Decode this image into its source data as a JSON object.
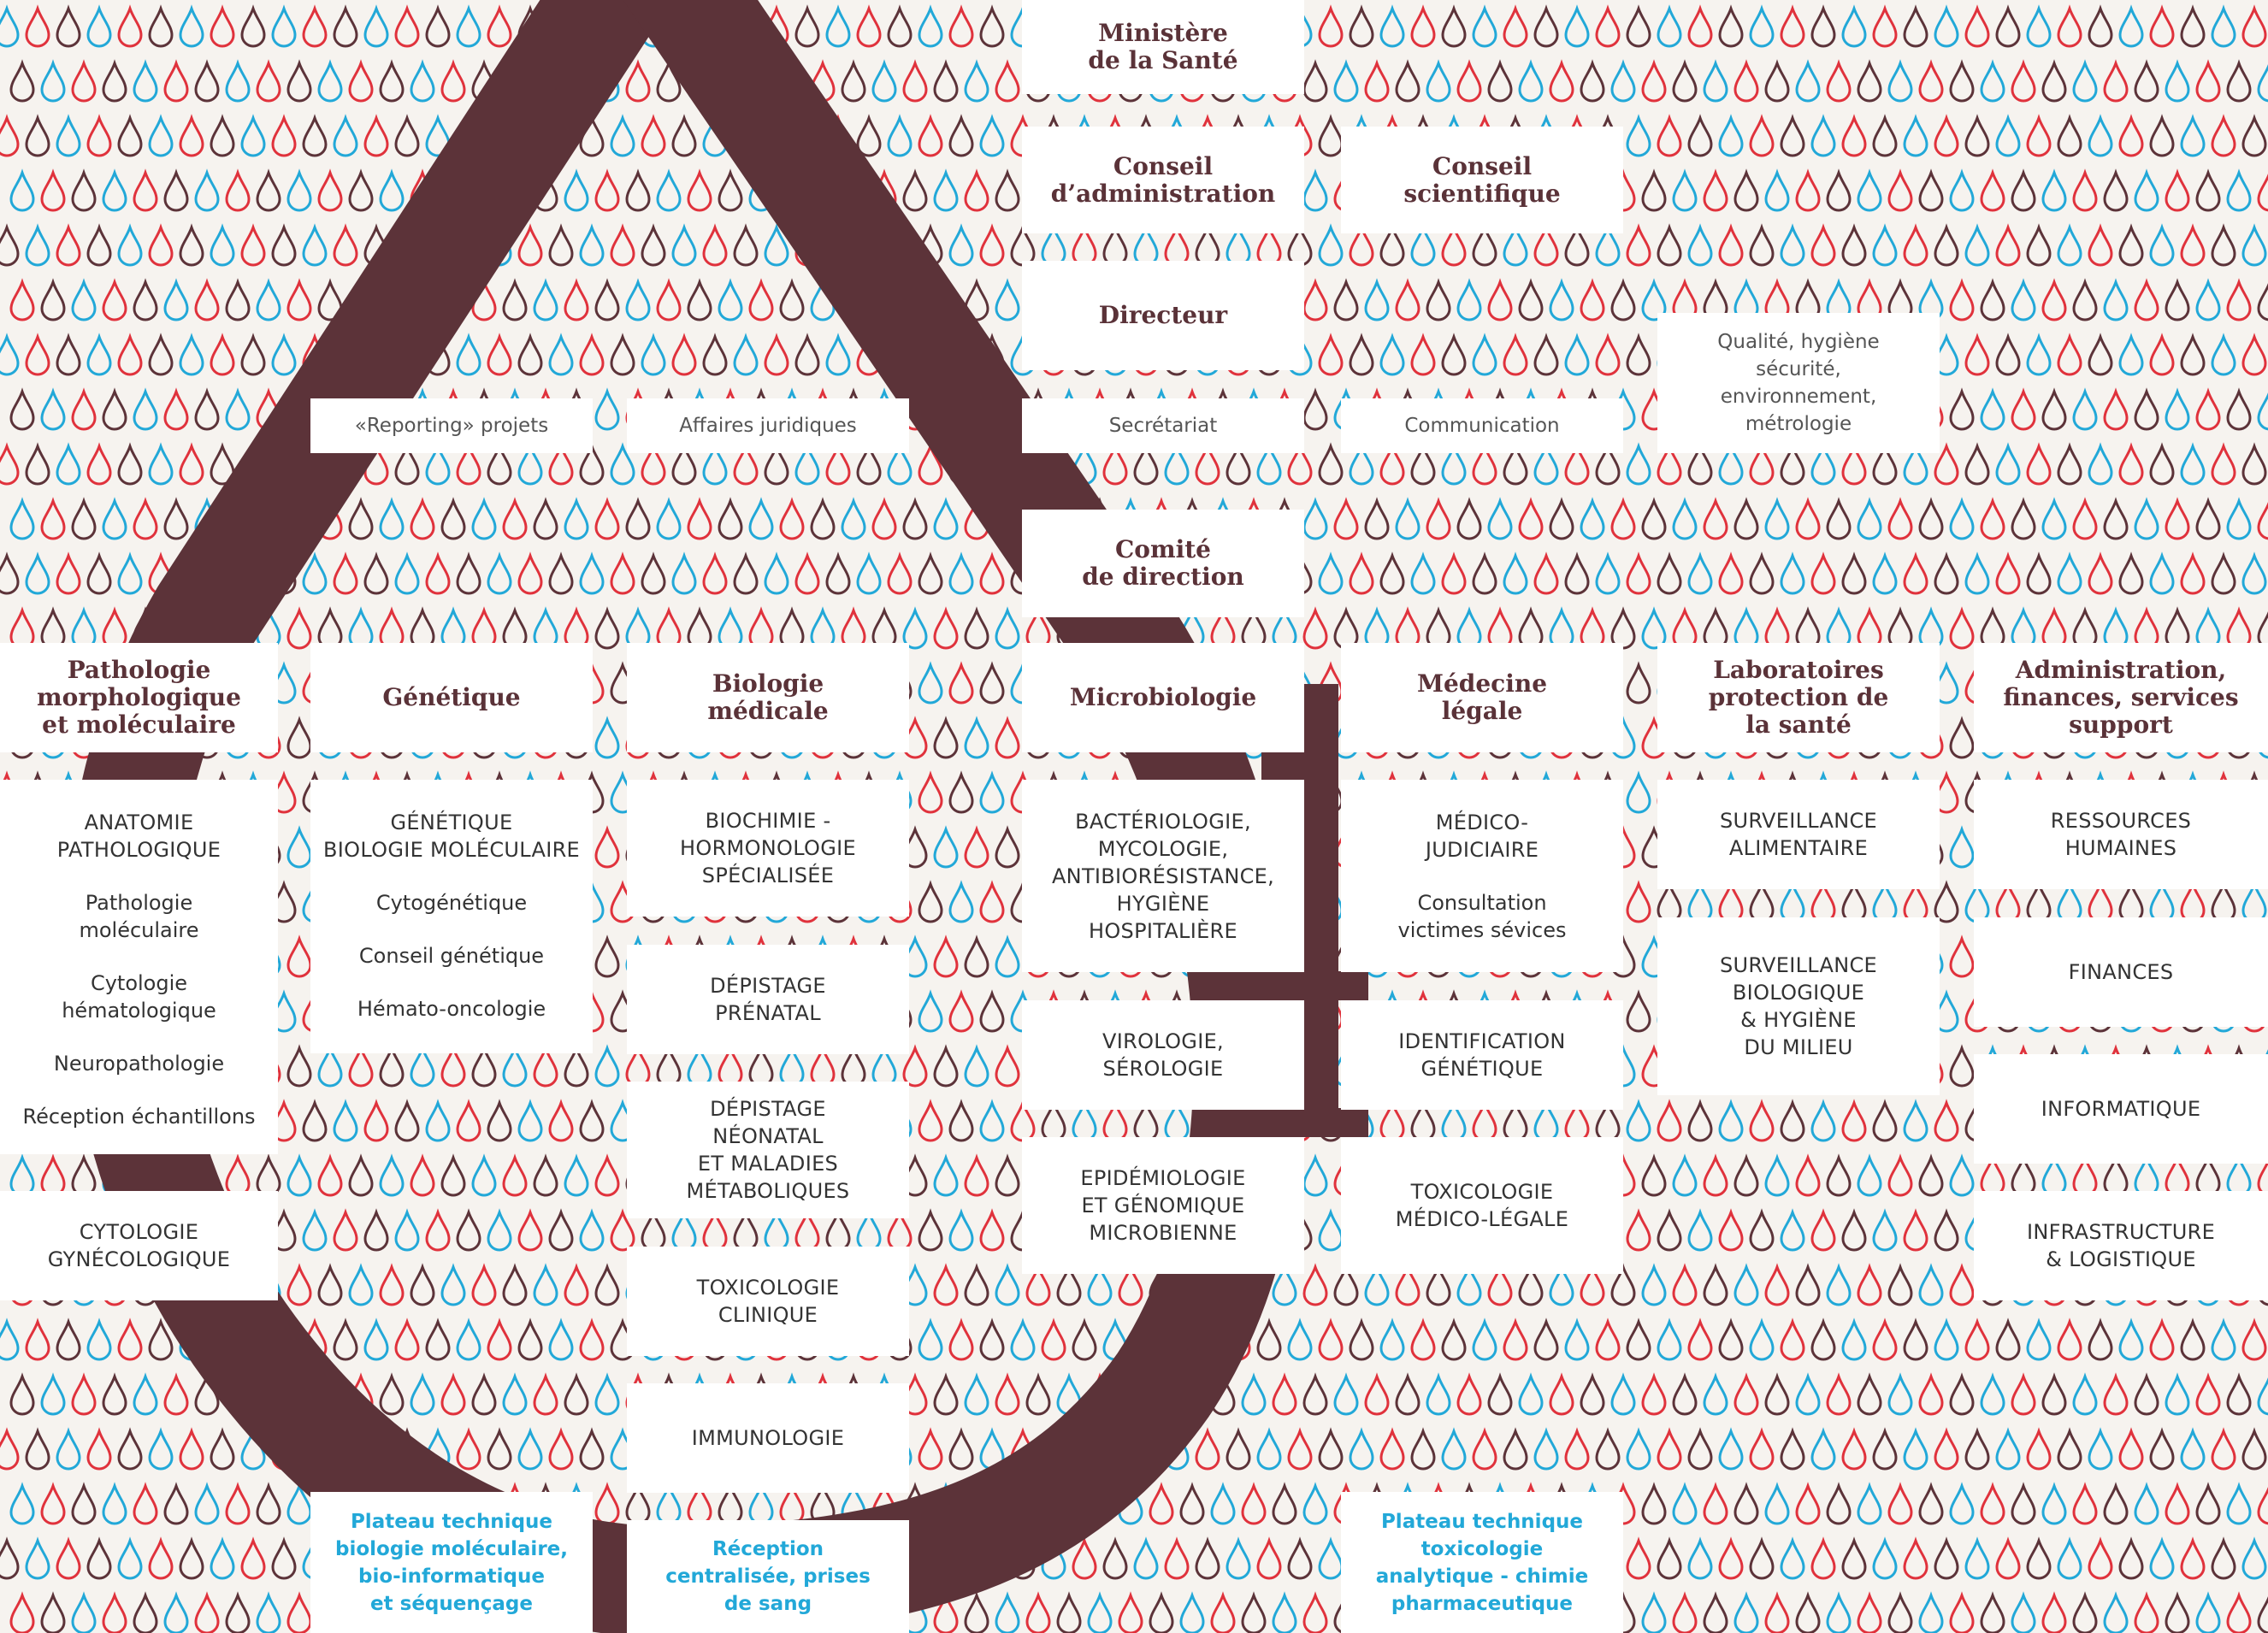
{
  "governance": {
    "ministere": "Ministère\nde la Santé",
    "conseil_admin": "Conseil\nd’administration",
    "conseil_scientifique": "Conseil\nscientifique",
    "directeur": "Directeur",
    "comite_direction": "Comité\nde direction"
  },
  "staff_units": {
    "reporting": "«Reporting» projets",
    "affaires": "Affaires juridiques",
    "secretariat": "Secrétariat",
    "communication": "Communication",
    "qualite": "Qualité, hygiène\nsécurité,\nenvironnement,\nmétrologie"
  },
  "divisions": {
    "pathologie": {
      "title": "Pathologie\nmorphologique\net moléculaire",
      "dept1": "ANATOMIE\nPATHOLOGIQUE",
      "subs": [
        "Pathologie\nmoléculaire",
        "Cytologie\nhématologique",
        "Neuropathologie",
        "Réception échantillons"
      ],
      "dept2": "CYTOLOGIE\nGYNÉCOLOGIQUE"
    },
    "genetique": {
      "title": "Génétique",
      "dept1": "GÉNÉTIQUE\nBIOLOGIE MOLÉCULAIRE",
      "subs": [
        "Cytogénétique",
        "Conseil génétique",
        "Hémato-oncologie"
      ]
    },
    "biologie": {
      "title": "Biologie\nmédicale",
      "depts": [
        "BIOCHIMIE -\nHORMONOLOGIE\nSPÉCIALISÉE",
        "DÉPISTAGE\nPRÉNATAL",
        "DÉPISTAGE\nNÉONATAL\nET MALADIES\nMÉTABOLIQUES",
        "TOXICOLOGIE\nCLINIQUE",
        "IMMUNOLOGIE"
      ]
    },
    "microbiologie": {
      "title": "Microbiologie",
      "depts": [
        "BACTÉRIOLOGIE,\nMYCOLOGIE,\nANTIBIORÉSISTANCE,\nHYGIÈNE\nHOSPITALIÈRE",
        "VIROLOGIE,\nSÉROLOGIE",
        "EPIDÉMIOLOGIE\nET GÉNOMIQUE\nMICROBIENNE"
      ]
    },
    "medecine": {
      "title": "Médecine\nlégale",
      "dept1": "MÉDICO-\nJUDICIAIRE",
      "sub1": "Consultation\nvictimes sévices",
      "dept2": "IDENTIFICATION\nGÉNÉTIQUE",
      "dept3": "TOXICOLOGIE\nMÉDICO-LÉGALE"
    },
    "labo": {
      "title": "Laboratoires\nprotection de\nla santé",
      "depts": [
        "SURVEILLANCE\nALIMENTAIRE",
        "SURVEILLANCE\nBIOLOGIQUE\n& HYGIÈNE\nDU MILIEU"
      ]
    },
    "admin": {
      "title": "Administration,\nfinances, services\nsupport",
      "depts": [
        "RESSOURCES\nHUMAINES",
        "FINANCES",
        "INFORMATIQUE",
        "INFRASTRUCTURE\n& LOGISTIQUE"
      ]
    }
  },
  "platforms": {
    "bio_mol": "Plateau technique\nbiologie moléculaire,\nbio-informatique\net séquençage",
    "reception": "Réception\ncentralisée, prises\nde sang",
    "toxicologie": "Plateau technique\ntoxicologie\nanalytique - chimie\npharmaceutique"
  },
  "colors": {
    "background": "#f6f3ef",
    "drop_brown": "#5c3339",
    "accent_blue": "#22a8d8",
    "accent_red": "#e0323c",
    "heading_text": "#5a3238"
  }
}
